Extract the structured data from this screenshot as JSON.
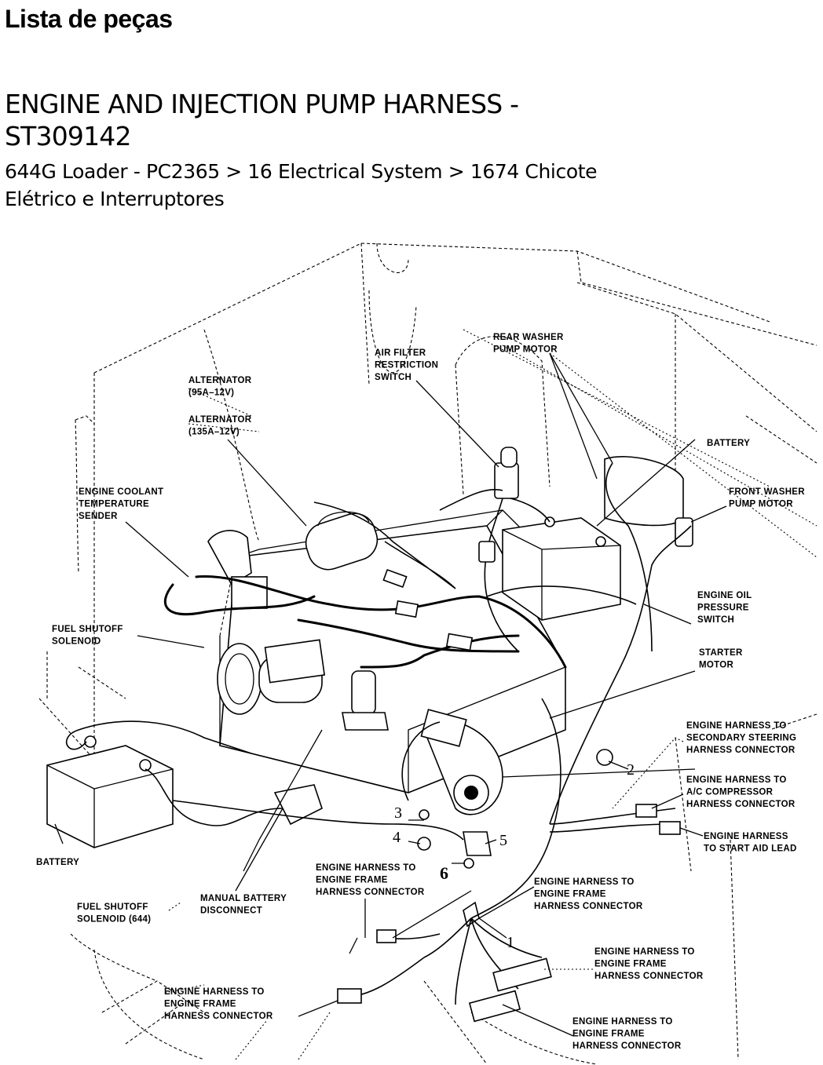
{
  "page": {
    "heading": "Lista de peças",
    "title": "ENGINE AND INJECTION PUMP HARNESS - ST309142",
    "breadcrumb": "644G Loader - PC2365 > 16 Electrical System > 1674 Chicote Elétrico e Interruptores"
  },
  "diagram": {
    "labels": {
      "air_filter": [
        "AIR FILTER",
        "RESTRICTION",
        "SWITCH"
      ],
      "rear_washer": [
        "REAR WASHER",
        "PUMP MOTOR"
      ],
      "alternator_95": [
        "ALTERNATOR",
        "(95A–12V)"
      ],
      "alternator_135": [
        "ALTERNATOR",
        "(135A–12V)"
      ],
      "battery_top": [
        "BATTERY"
      ],
      "front_washer": [
        "FRONT WASHER",
        "PUMP MOTOR"
      ],
      "coolant_sender": [
        "ENGINE COOLANT",
        "TEMPERATURE",
        "SENDER"
      ],
      "oil_pressure": [
        "ENGINE OIL",
        "PRESSURE",
        "SWITCH"
      ],
      "fuel_shutoff": [
        "FUEL SHUTOFF",
        "SOLENOID"
      ],
      "starter": [
        "STARTER",
        "MOTOR"
      ],
      "secondary_steering": [
        "ENGINE HARNESS TO",
        "SECONDARY STEERING",
        "HARNESS CONNECTOR"
      ],
      "ac_compressor": [
        "ENGINE HARNESS TO",
        "A/C COMPRESSOR",
        "HARNESS CONNECTOR"
      ],
      "start_aid": [
        "ENGINE HARNESS",
        "TO START AID LEAD"
      ],
      "battery_left": [
        "BATTERY"
      ],
      "frame_conn_center": [
        "ENGINE HARNESS TO",
        "ENGINE FRAME",
        "HARNESS CONNECTOR"
      ],
      "frame_conn_right": [
        "ENGINE HARNESS TO",
        "ENGINE FRAME",
        "HARNESS CONNECTOR"
      ],
      "manual_disconnect": [
        "MANUAL BATTERY",
        "DISCONNECT"
      ],
      "fuel_shutoff_644": [
        "FUEL SHUTOFF",
        "SOLENOID (644)"
      ],
      "frame_conn_lower_right": [
        "ENGINE HARNESS TO",
        "ENGINE FRAME",
        "HARNESS CONNECTOR"
      ],
      "frame_conn_lower_left": [
        "ENGINE HARNESS TO",
        "ENGINE FRAME",
        "HARNESS CONNECTOR"
      ],
      "frame_conn_bottom": [
        "ENGINE HARNESS TO",
        "ENGINE FRAME",
        "HARNESS CONNECTOR"
      ]
    },
    "callouts": [
      "1",
      "2",
      "3",
      "4",
      "5",
      "6"
    ]
  }
}
